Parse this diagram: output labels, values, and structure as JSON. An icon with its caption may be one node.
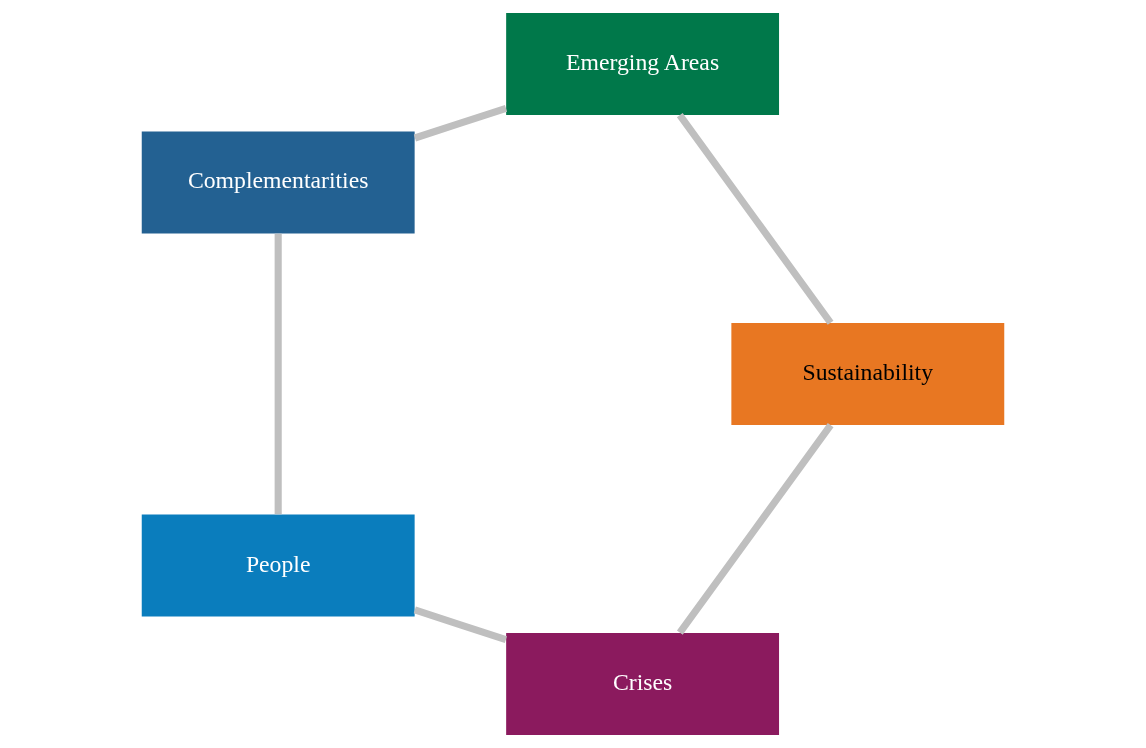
{
  "diagram": {
    "nodes": [
      {
        "text": [
          "Crises"
        ]
      },
      {
        "text": [
          "Sustainability"
        ]
      },
      {
        "text": [
          "People"
        ]
      },
      {
        "text": [
          "Emerging Areas"
        ]
      },
      {
        "text": [
          "Complementarities"
        ]
      }
    ],
    "edges": [
      {
        "from": 0,
        "to": 2,
        "arrow": "none"
      },
      {
        "from": 2,
        "to": 4,
        "arrow": "none"
      },
      {
        "from": 4,
        "to": 3,
        "arrow": "none"
      },
      {
        "from": 3,
        "to": 1,
        "arrow": "none"
      },
      {
        "from": 1,
        "to": 0,
        "arrow": "none"
      }
    ]
  }
}
